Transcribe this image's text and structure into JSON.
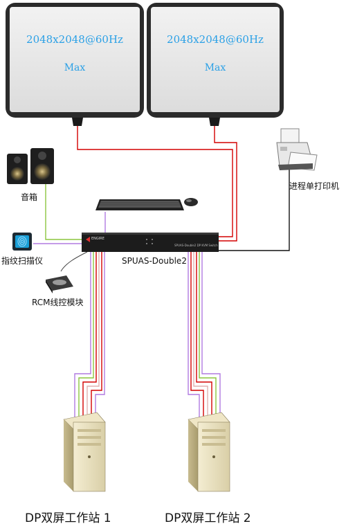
{
  "monitors": [
    {
      "resolution": "2048x2048@60Hz",
      "mode": "Max"
    },
    {
      "resolution": "2048x2048@60Hz",
      "mode": "Max"
    }
  ],
  "devices": {
    "speakers": "音箱",
    "fingerprint": "指纹扫描仪",
    "rcm": "RCM线控模块",
    "printer": "进程单打印机",
    "switch": "SPUAS-Double2"
  },
  "switch_panel": {
    "brand": "ENGIRE",
    "model_line": "SPUAS-Double2  DP KVM Switch"
  },
  "workstations": [
    {
      "label": "DP双屏工作站 1"
    },
    {
      "label": "DP双屏工作站 2"
    }
  ],
  "colors": {
    "video": "#d40000",
    "usb": "#b07ae0",
    "audio": "#8cc63f",
    "text_on_screen": "#2aa0e6"
  }
}
